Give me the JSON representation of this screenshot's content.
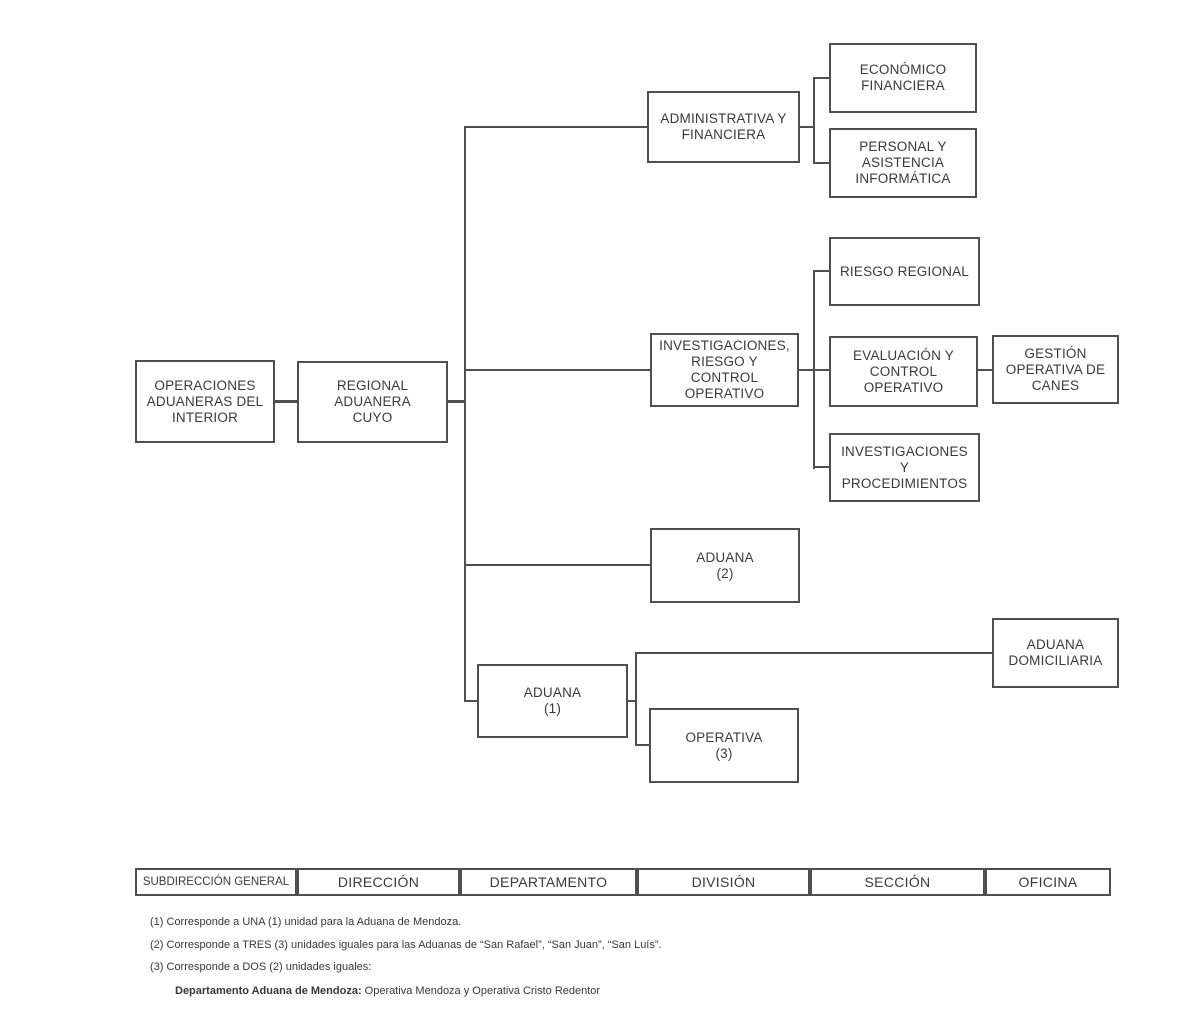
{
  "page": {
    "background": "#ffffff",
    "line_color": "#4f4f4f",
    "text_color": "#3a3a3a"
  },
  "org": {
    "nodes": {
      "operaciones": {
        "label": "OPERACIONES\nADUANERAS DEL\nINTERIOR",
        "parent": null
      },
      "regional": {
        "label": "REGIONAL\nADUANERA\nCUYO",
        "parent": "operaciones"
      },
      "administrativa": {
        "label": "ADMINISTRATIVA Y\nFINANCIERA",
        "parent": "regional"
      },
      "economico": {
        "label": "ECONÓMICO\nFINANCIERA",
        "parent": "administrativa"
      },
      "personal": {
        "label": "PERSONAL Y\nASISTENCIA\nINFORMÁTICA",
        "parent": "administrativa"
      },
      "investigaciones": {
        "label": "INVESTIGACIONES,\nRIESGO Y\nCONTROL\nOPERATIVO",
        "parent": "regional"
      },
      "riesgo_regional": {
        "label": "RIESGO REGIONAL",
        "parent": "investigaciones"
      },
      "evaluacion": {
        "label": "EVALUACIÓN Y\nCONTROL\nOPERATIVO",
        "parent": "investigaciones"
      },
      "gestion_canes": {
        "label": "GESTIÓN\nOPERATIVA DE\nCANES",
        "parent": "evaluacion"
      },
      "investigaciones_proc": {
        "label": "INVESTIGACIONES\nY\nPROCEDIMIENTOS",
        "parent": "investigaciones"
      },
      "aduana_2": {
        "label": "ADUANA\n(2)",
        "parent": "regional"
      },
      "aduana_1": {
        "label": "ADUANA\n(1)",
        "parent": "regional"
      },
      "aduana_domiciliaria": {
        "label": "ADUANA\nDOMICILIARIA",
        "parent": "aduana_1"
      },
      "operativa_3": {
        "label": "OPERATIVA\n(3)",
        "parent": "aduana_1"
      }
    }
  },
  "legend": {
    "cells": [
      "SUBDIRECCIÓN GENERAL",
      "DIRECCIÓN",
      "DEPARTAMENTO",
      "DIVISIÓN",
      "SECCIÓN",
      "OFICINA"
    ]
  },
  "footnotes": {
    "note1": "(1) Corresponde a UNA (1) unidad para la Aduana de Mendoza.",
    "note2": "(2) Corresponde a TRES (3) unidades iguales para las Aduanas de “San Rafael”, “San Juan”, “San Luís”.",
    "note3": "(3) Corresponde a DOS (2) unidades iguales:",
    "note4_bold": "Departamento Aduana de Mendoza:",
    "note4_rest": " Operativa Mendoza y Operativa Cristo Redentor"
  }
}
